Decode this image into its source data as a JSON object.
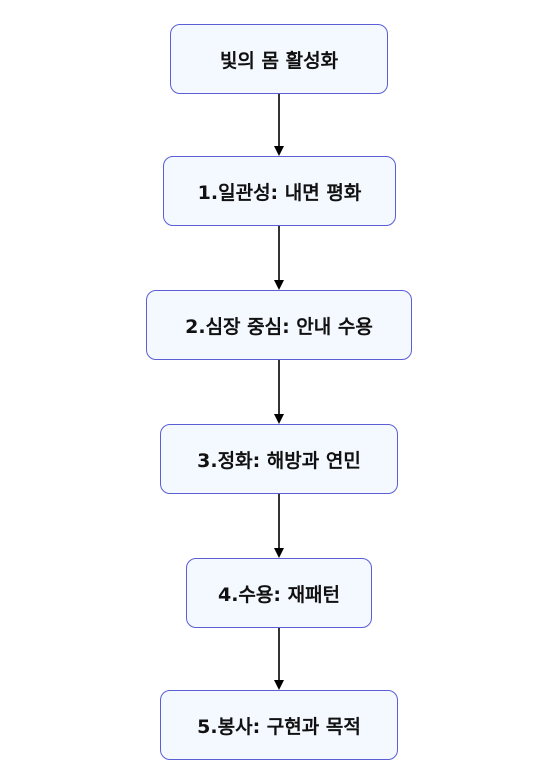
{
  "diagram": {
    "nodes": [
      {
        "id": "n0",
        "label": "빛의 몸 활성화"
      },
      {
        "id": "n1",
        "label": "1.일관성: 내면 평화"
      },
      {
        "id": "n2",
        "label": "2.심장 중심: 안내 수용"
      },
      {
        "id": "n3",
        "label": "3.정화: 해방과 연민"
      },
      {
        "id": "n4",
        "label": "4.수용: 재패턴"
      },
      {
        "id": "n5",
        "label": "5.봉사: 구현과 목적"
      }
    ],
    "edges": [
      {
        "from": "n0",
        "to": "n1"
      },
      {
        "from": "n1",
        "to": "n2"
      },
      {
        "from": "n2",
        "to": "n3"
      },
      {
        "from": "n3",
        "to": "n4"
      },
      {
        "from": "n4",
        "to": "n5"
      }
    ],
    "colors": {
      "node_fill": "#f4f8ff",
      "node_border": "#5b5fd6",
      "edge": "#000000",
      "text": "#111111"
    }
  }
}
